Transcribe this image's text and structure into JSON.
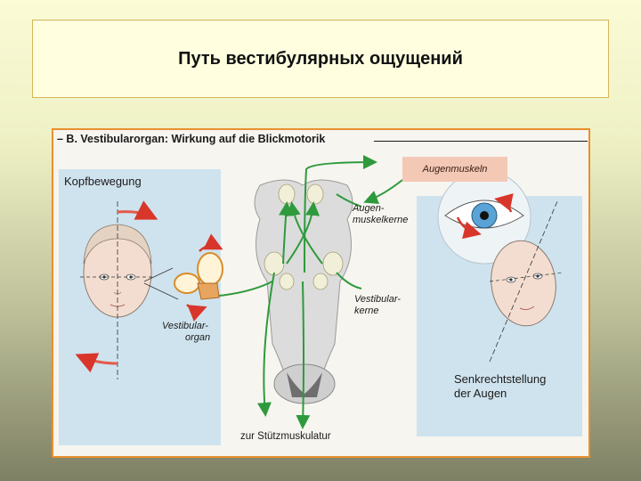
{
  "slide": {
    "title": "Путь вестибулярных ощущений"
  },
  "figure": {
    "heading": "– B. Vestibularorgan: Wirkung auf die Blickmotorik",
    "labels": {
      "kopfbewegung": "Kopfbewegung",
      "vestibularorgan_line1": "Vestibular-",
      "vestibularorgan_line2": "organ",
      "augenmuskeln": "Augenmuskeln",
      "augenmuskelkerne_line1": "Augen-",
      "augenmuskelkerne_line2": "muskelkerne",
      "vestibularkerne_line1": "Vestibular-",
      "vestibularkerne_line2": "kerne",
      "senkrecht_line1": "Senkrechtstellung",
      "senkrecht_line2": "der Augen",
      "stuetz": "zur Stützmuskulatur"
    }
  },
  "colors": {
    "pathway": "#2e9a3c",
    "arrow_red": "#d9362b",
    "frame": "#e8902e",
    "panel": "#cfe3ee"
  }
}
